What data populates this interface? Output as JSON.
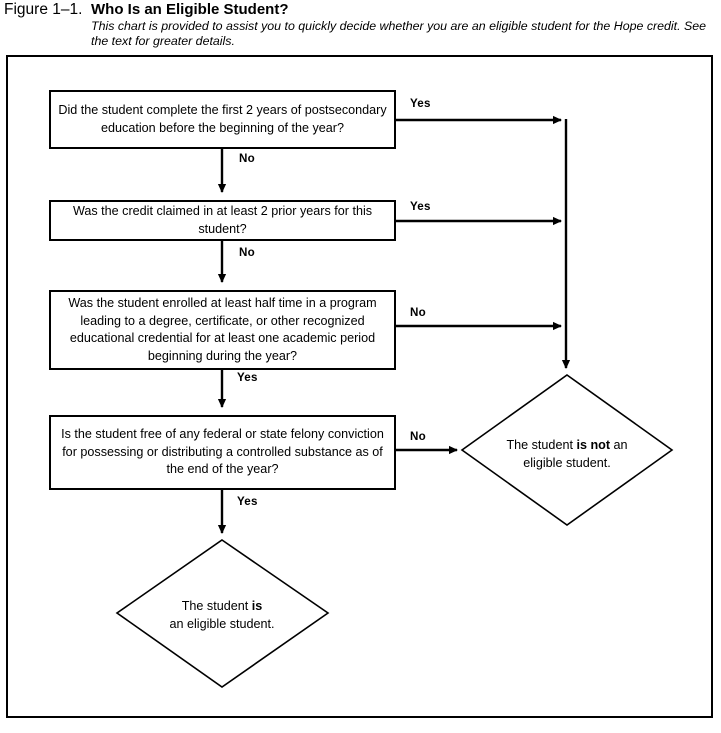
{
  "caption": {
    "figure_number": "Figure 1–1.",
    "title": "Who Is an Eligible Student?",
    "subtitle": "This chart is provided to assist you to quickly decide whether you are an eligible student for the Hope credit. See the text for greater details."
  },
  "colors": {
    "stroke": "#000000",
    "fill": "#ffffff",
    "text": "#000000"
  },
  "flowchart": {
    "type": "decision-flowchart",
    "boxes": [
      {
        "id": "box-1",
        "text": "Did the student complete the first 2 years of postsecondary education before the beginning of the year?",
        "yes_label": "Yes",
        "no_label": "No"
      },
      {
        "id": "box-2",
        "text": "Was the credit claimed in at least 2 prior years for this student?",
        "yes_label": "Yes",
        "no_label": "No"
      },
      {
        "id": "box-3",
        "text": "Was the student enrolled at least half time in a program leading to a degree, certificate, or other recognized educational credential for at least one academic period beginning during the year?",
        "yes_label": "Yes",
        "no_label": "No"
      },
      {
        "id": "box-4",
        "text": "Is the student free of any federal or state felony conviction for possessing or distributing a controlled substance as of the end of the year?",
        "yes_label": "Yes",
        "no_label": "No"
      }
    ],
    "terminals": [
      {
        "id": "not-eligible",
        "line_1_prefix": "The student ",
        "line_1_bold": "is not",
        "line_1_suffix": " an",
        "line_2": "eligible student."
      },
      {
        "id": "eligible",
        "line_1_prefix": "The student ",
        "line_1_bold": "is",
        "line_1_suffix": "",
        "line_2": "an eligible student."
      }
    ],
    "edge_labels": {
      "yes_1": "Yes",
      "no_1": "No",
      "yes_2": "Yes",
      "no_2": "No",
      "no_3": "No",
      "yes_3": "Yes",
      "no_4": "No",
      "yes_4": "Yes"
    }
  }
}
